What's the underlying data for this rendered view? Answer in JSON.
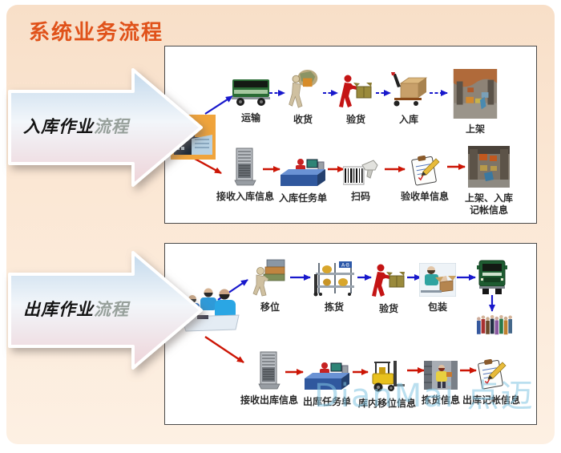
{
  "page": {
    "title": "系统业务流程",
    "watermark": "DianMai 点迈"
  },
  "colors": {
    "accent_title": "#e0521a",
    "flow_blue": "#1818cc",
    "flow_red": "#cc1505",
    "canvas_bg_top": "#f8dfc8",
    "canvas_bg_bottom": "#fdf0e3",
    "panel_bg": "#ffffff",
    "panel_border": "#4a4a4a",
    "banner_gradient_top": "#c3d9ec",
    "banner_gradient_bottom": "#eed3d8",
    "watermark": "#82c4e2"
  },
  "flows": [
    {
      "banner_main": "入库作业",
      "banner_tail": "流程",
      "source_icon": "factory",
      "top_row": [
        {
          "icon": "delivery-truck",
          "label": "运输"
        },
        {
          "icon": "receiving-worker",
          "label": "收货"
        },
        {
          "icon": "inspector",
          "label": "验货"
        },
        {
          "icon": "pallet-jack",
          "label": "入库"
        },
        {
          "icon": "warehouse-photo",
          "label": "上架"
        }
      ],
      "bottom_row": [
        {
          "icon": "server-tower",
          "label": "接收入库信息"
        },
        {
          "icon": "workstation",
          "label": "入库任务单"
        },
        {
          "icon": "barcode-scanner",
          "label": "扫码"
        },
        {
          "icon": "clipboard",
          "label": "验收单信息"
        },
        {
          "icon": "warehouse-photo",
          "label": "上架、入库记帐信息"
        }
      ]
    },
    {
      "banner_main": "出库作业",
      "banner_tail": "流程",
      "source_icon": "meeting-people",
      "top_row": [
        {
          "icon": "mover",
          "label": "移位"
        },
        {
          "icon": "shelf-rack",
          "label": "拣货",
          "sign": "A-B"
        },
        {
          "icon": "inspector",
          "label": "验货"
        },
        {
          "icon": "packer",
          "label": "包装"
        },
        {
          "icon": "truck-front",
          "label": ""
        },
        {
          "icon": "crowd",
          "label": ""
        }
      ],
      "bottom_row": [
        {
          "icon": "server-tower",
          "label": "接收出库信息"
        },
        {
          "icon": "workstation",
          "label": "出库任务单"
        },
        {
          "icon": "forklift",
          "label": "库内移位信息"
        },
        {
          "icon": "picking-photo",
          "label": "拣货信息"
        },
        {
          "icon": "clipboard",
          "label": "出库记帐信息"
        }
      ]
    }
  ]
}
